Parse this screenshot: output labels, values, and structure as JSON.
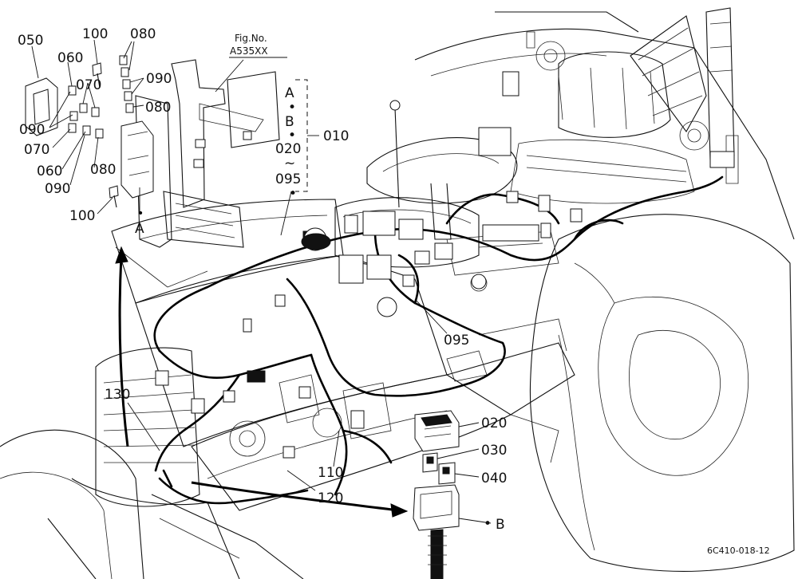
{
  "figure_ref": {
    "line1": "Fig.No.",
    "line2": "A535XX"
  },
  "drawing_number": "6C410-018-12",
  "bracket_group": {
    "a": "A",
    "b": "B",
    "from": "020",
    "tilde": "~",
    "to": "095"
  },
  "dot": "•",
  "callouts": {
    "p010": "010",
    "p020": "020",
    "p030": "030",
    "p040": "040",
    "p050": "050",
    "p060a": "060",
    "p060b": "060",
    "p070a": "070",
    "p070b": "070",
    "p080a": "080",
    "p080b": "080",
    "p080c": "080",
    "p090a": "090",
    "p090b": "090",
    "p090c": "090",
    "p095a": "095",
    "p095b": "095",
    "p100a": "100",
    "p100b": "100",
    "p110": "110",
    "p120": "120",
    "p130": "130",
    "markerA": "A",
    "markerB": "B"
  }
}
